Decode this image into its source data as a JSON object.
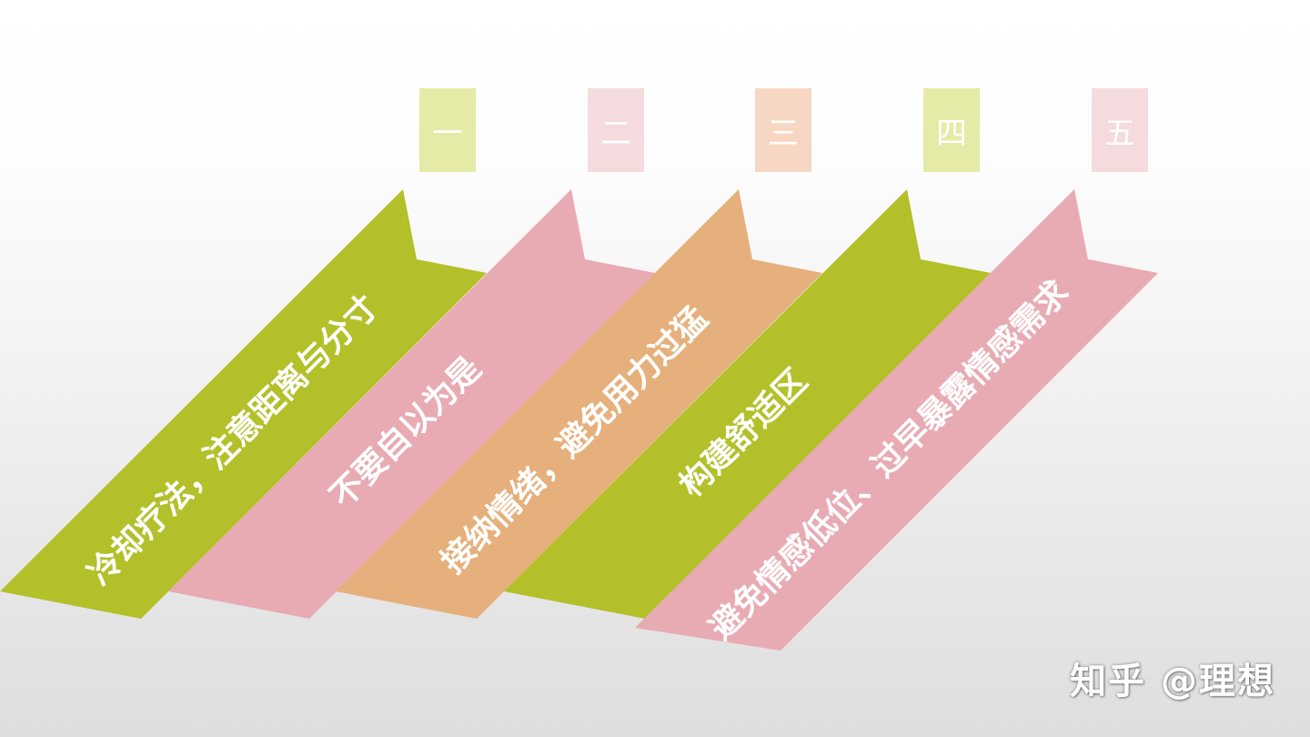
{
  "steps": [
    {
      "number": "一",
      "label": "冷却疗法，注意距离与分寸",
      "color": "#b3c02a",
      "box_color": "#e5eba6"
    },
    {
      "number": "二",
      "label": "不要自以为是",
      "color": "#e8abb3",
      "box_color": "#f5dade"
    },
    {
      "number": "三",
      "label": "接纳情绪，避免用力过猛",
      "color": "#e6b07c",
      "box_color": "#f7d7c4"
    },
    {
      "number": "四",
      "label": "构建舒适区",
      "color": "#b3c02a",
      "box_color": "#e5eba6"
    },
    {
      "number": "五",
      "label": "避免情感低位、过早暴露情感需求",
      "color": "#e8abb3",
      "box_color": "#f5dade"
    }
  ],
  "watermark": "知乎 @理想"
}
